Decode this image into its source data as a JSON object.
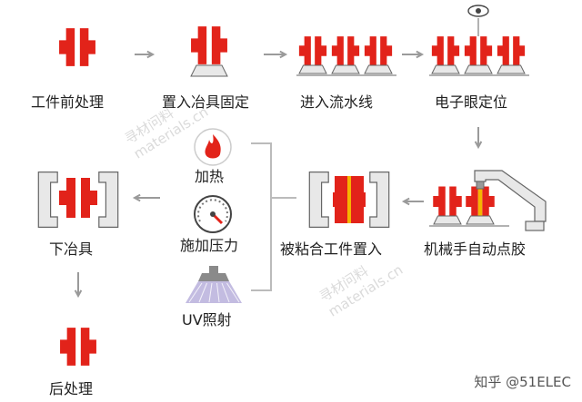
{
  "colors": {
    "part": "#e2231a",
    "part_core": "#e83a2a",
    "yellow": "#f5b400",
    "fixture": "#e8e8e8",
    "fixture_stroke": "#666666",
    "arrow": "#9a9a9a",
    "bracket": "#bbbbbb",
    "uv_light": "#b9b0dc",
    "uv_lamp": "#8a8a8a"
  },
  "steps": {
    "s1": "工件前处理",
    "s2": "置入冶具固定",
    "s3": "进入流水线",
    "s4": "电子眼定位",
    "s5": "机械手自动点胶",
    "s6": "被粘合工件置入",
    "s7": "下冶具",
    "s8": "后处理"
  },
  "curing": {
    "heat": "加热",
    "pressure": "施加压力",
    "uv": "UV照射"
  },
  "icons": {
    "heat": "flame-icon",
    "pressure": "pressure-gauge-icon",
    "uv": "uv-lamp-icon",
    "eye": "eye-icon"
  },
  "watermark": {
    "line1": "寻材问料",
    "line2": "materials.cn"
  },
  "credit": "知乎 @51ELEC"
}
